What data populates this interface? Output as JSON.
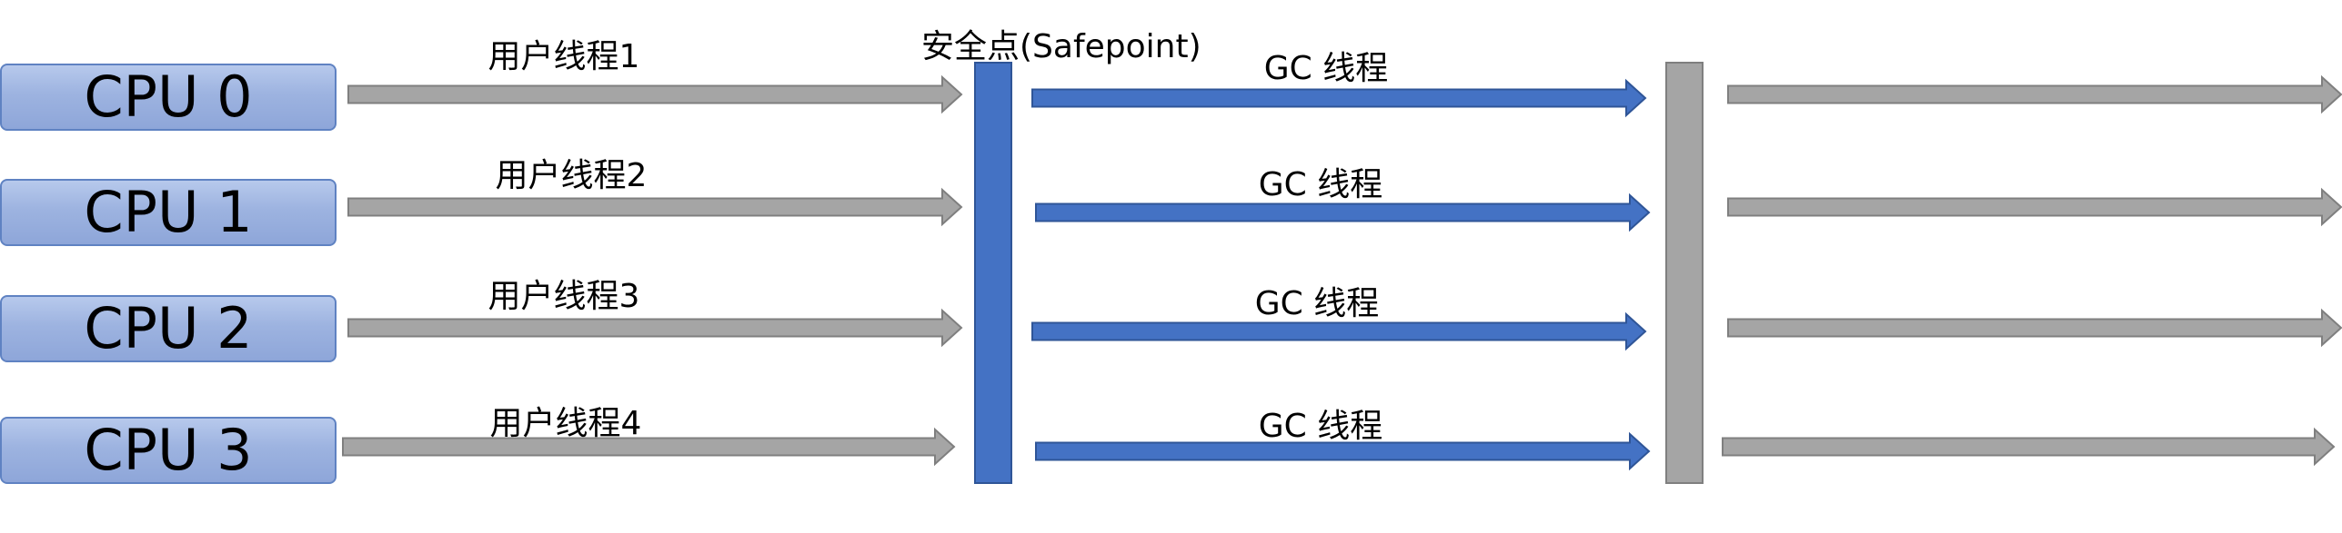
{
  "cpus": [
    {
      "label": "CPU 0"
    },
    {
      "label": "CPU 1"
    },
    {
      "label": "CPU 2"
    },
    {
      "label": "CPU 3"
    }
  ],
  "user_threads": [
    {
      "label": "用户线程1"
    },
    {
      "label": "用户线程2"
    },
    {
      "label": "用户线程3"
    },
    {
      "label": "用户线程4"
    }
  ],
  "gc_threads": [
    {
      "label": "GC 线程"
    },
    {
      "label": "GC 线程"
    },
    {
      "label": "GC 线程"
    },
    {
      "label": "GC 线程"
    }
  ],
  "safepoint": {
    "label": "安全点(Safepoint)"
  },
  "colors": {
    "user_arrow": "#a5a5a5",
    "user_arrow_border": "#7f7f7f",
    "gc_arrow": "#4472c4",
    "gc_arrow_border": "#2f5597",
    "safepoint_bar": "#4472c4",
    "end_bar": "#a5a5a5"
  }
}
